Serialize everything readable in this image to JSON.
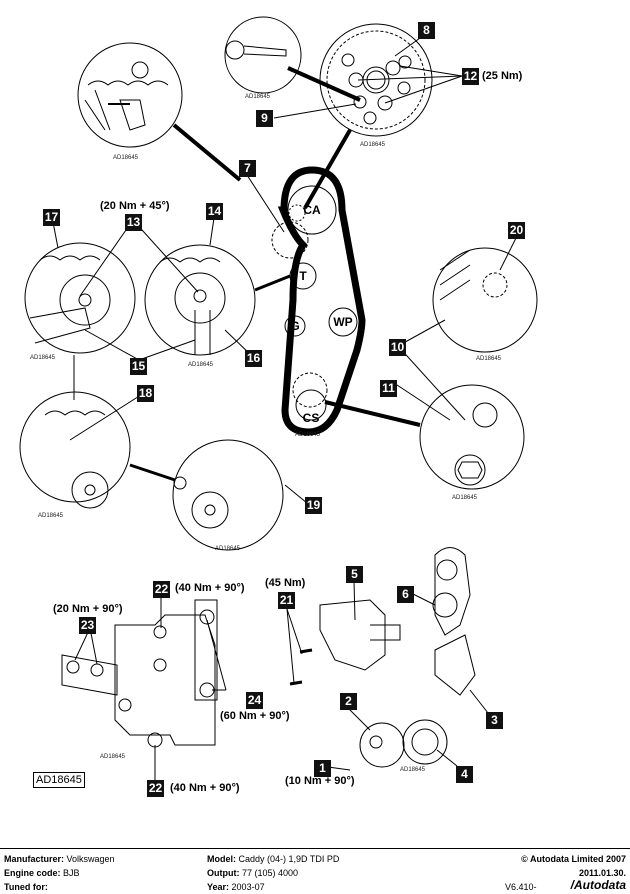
{
  "diagram": {
    "title": "Timing belt component diagram",
    "reference_code": "AD18645",
    "callouts": [
      {
        "id": "1",
        "label": "1"
      },
      {
        "id": "2",
        "label": "2"
      },
      {
        "id": "3",
        "label": "3"
      },
      {
        "id": "4",
        "label": "4"
      },
      {
        "id": "5",
        "label": "5"
      },
      {
        "id": "6",
        "label": "6"
      },
      {
        "id": "7",
        "label": "7"
      },
      {
        "id": "8",
        "label": "8"
      },
      {
        "id": "9",
        "label": "9"
      },
      {
        "id": "10",
        "label": "10"
      },
      {
        "id": "11",
        "label": "11"
      },
      {
        "id": "12",
        "label": "12"
      },
      {
        "id": "13",
        "label": "13"
      },
      {
        "id": "14",
        "label": "14"
      },
      {
        "id": "15",
        "label": "15"
      },
      {
        "id": "16",
        "label": "16"
      },
      {
        "id": "17",
        "label": "17"
      },
      {
        "id": "18",
        "label": "18"
      },
      {
        "id": "19",
        "label": "19"
      },
      {
        "id": "20",
        "label": "20"
      },
      {
        "id": "21",
        "label": "21"
      },
      {
        "id": "22a",
        "label": "22"
      },
      {
        "id": "22b",
        "label": "22"
      },
      {
        "id": "23",
        "label": "23"
      },
      {
        "id": "24",
        "label": "24"
      }
    ],
    "torques": {
      "t12": "(25 Nm)",
      "t13": "(20 Nm + 45°)",
      "t21": "(45 Nm)",
      "t22a": "(40 Nm + 90°)",
      "t22b": "(40 Nm + 90°)",
      "t23": "(20 Nm + 90°)",
      "t24": "(60 Nm + 90°)",
      "t1": "(10 Nm + 90°)"
    },
    "pulleys": {
      "camshaft": "CA",
      "tensioner": "T",
      "guide": "G",
      "water_pump": "WP",
      "crankshaft": "CS"
    },
    "image_refs": [
      "AD18645",
      "AD18645",
      "AD18645",
      "AD18645",
      "AD18645",
      "AD18645",
      "AD18645",
      "AD18645",
      "AD18645",
      "AD18645",
      "AD18645",
      "AD18645"
    ]
  },
  "footer": {
    "manufacturer_label": "Manufacturer:",
    "manufacturer_value": "Volkswagen",
    "engine_label": "Engine code:",
    "engine_value": "BJB",
    "tuned_label": "Tuned for:",
    "model_label": "Model:",
    "model_value": "Caddy (04-) 1,9D TDI PD",
    "output_label": "Output:",
    "output_value": "77 (105) 4000",
    "year_label": "Year:",
    "year_value": "2003-07",
    "copyright": "© Autodata Limited 2007",
    "date": "2011.01.30.",
    "version": "V6.410-",
    "brand": "/Autodata"
  }
}
